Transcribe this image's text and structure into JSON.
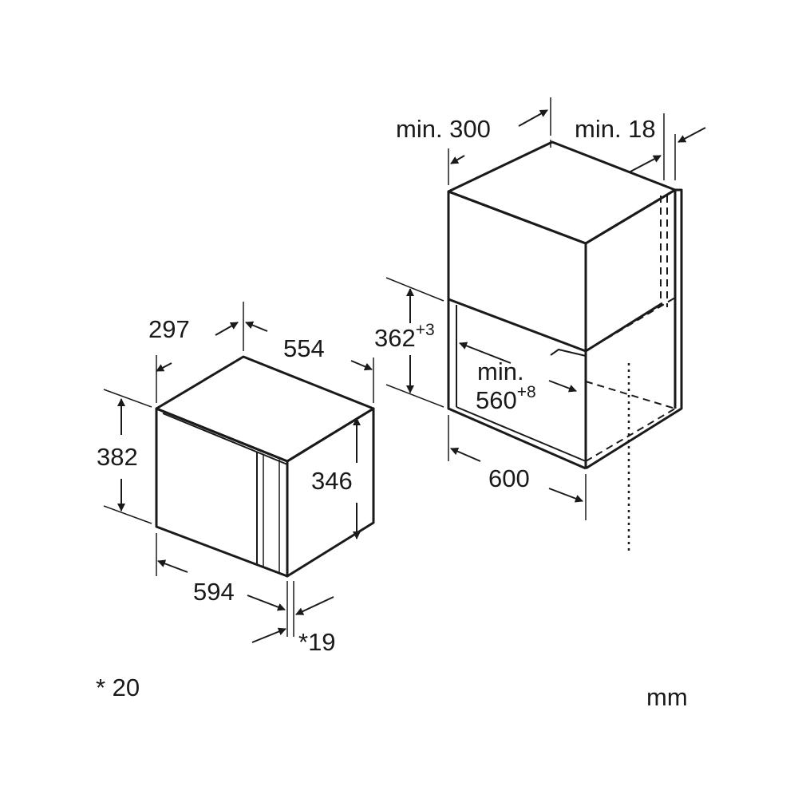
{
  "microwave": {
    "depth": "297",
    "width": "554",
    "height": "382",
    "inner_height": "346",
    "front_width": "594",
    "note_19": "*19"
  },
  "niche": {
    "depth_min": "min. 300",
    "gap_min": "min. 18",
    "height": "362",
    "height_tol": "+3",
    "width_min_word": "min.",
    "width_min": "560",
    "width_tol": "+8",
    "cabinet_width": "600"
  },
  "footnote": "* 20",
  "unit": "mm",
  "colors": {
    "line": "#1a1a1a",
    "background": "#ffffff"
  }
}
